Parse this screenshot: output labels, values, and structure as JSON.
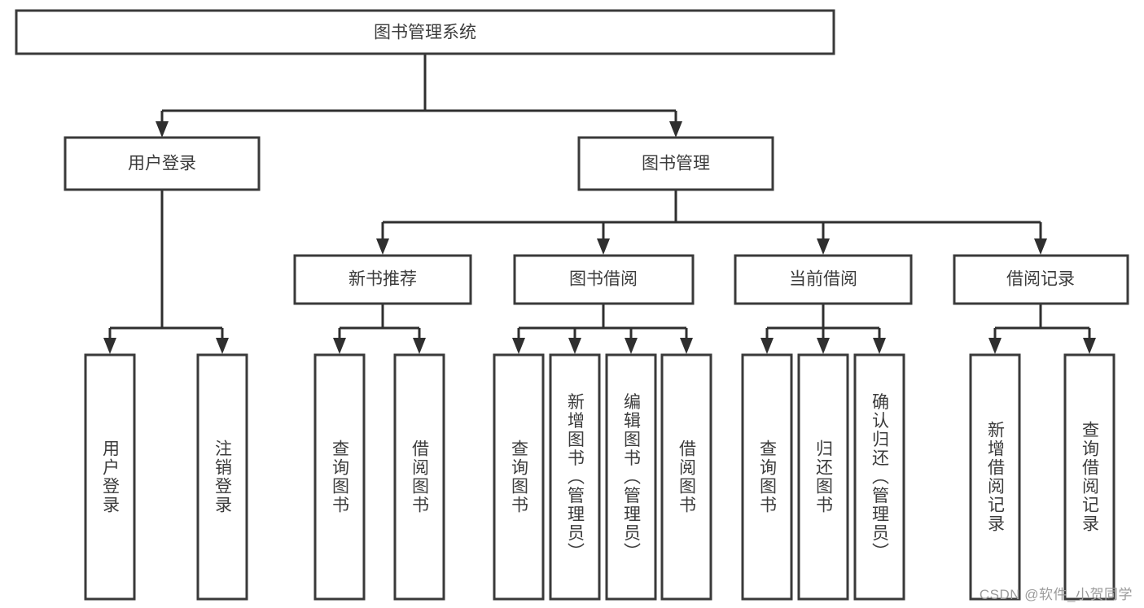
{
  "diagram": {
    "title": "图书管理系统",
    "type": "tree-hierarchy-chart",
    "root": {
      "id": "root",
      "label": "图书管理系统",
      "orientation": "horizontal"
    },
    "level2": [
      {
        "id": "user-login",
        "label": "用户登录",
        "orientation": "horizontal"
      },
      {
        "id": "book-management",
        "label": "图书管理",
        "orientation": "horizontal"
      }
    ],
    "level3": [
      {
        "id": "new-book-recommend",
        "label": "新书推荐",
        "orientation": "horizontal",
        "parent": "book-management"
      },
      {
        "id": "book-borrow",
        "label": "图书借阅",
        "orientation": "horizontal",
        "parent": "book-management"
      },
      {
        "id": "current-borrow",
        "label": "当前借阅",
        "orientation": "horizontal",
        "parent": "book-management"
      },
      {
        "id": "borrow-record",
        "label": "借阅记录",
        "orientation": "horizontal",
        "parent": "book-management"
      }
    ],
    "leaves": {
      "user_login": [
        {
          "id": "leaf-user-login",
          "label": "用户登录",
          "orientation": "vertical"
        },
        {
          "id": "leaf-user-logout",
          "label": "注销登录",
          "orientation": "vertical"
        }
      ],
      "new_book_recommend": [
        {
          "id": "leaf-query-book-1",
          "label": "查询图书",
          "orientation": "vertical"
        },
        {
          "id": "leaf-borrow-book-1",
          "label": "借阅图书",
          "orientation": "vertical"
        }
      ],
      "book_borrow": [
        {
          "id": "leaf-query-book-2",
          "label": "查询图书",
          "orientation": "vertical"
        },
        {
          "id": "leaf-add-book",
          "label": "新增图书（管理员）",
          "orientation": "vertical"
        },
        {
          "id": "leaf-edit-book",
          "label": "编辑图书（管理员）",
          "orientation": "vertical"
        },
        {
          "id": "leaf-borrow-book-2",
          "label": "借阅图书",
          "orientation": "vertical"
        }
      ],
      "current_borrow": [
        {
          "id": "leaf-query-book-3",
          "label": "查询图书",
          "orientation": "vertical"
        },
        {
          "id": "leaf-return-book",
          "label": "归还图书",
          "orientation": "vertical"
        },
        {
          "id": "leaf-confirm-return",
          "label": "确认归还（管理员）",
          "orientation": "vertical"
        }
      ],
      "borrow_record": [
        {
          "id": "leaf-add-borrow-record",
          "label": "新增借阅记录",
          "orientation": "vertical"
        },
        {
          "id": "leaf-query-borrow-record",
          "label": "查询借阅记录",
          "orientation": "vertical"
        }
      ]
    },
    "colors": {
      "box_fill": "#ffffff",
      "box_stroke": "#3a3a3a",
      "connector": "#2f2f2f",
      "text": "#3c3c3c",
      "background": "#ffffff",
      "watermark": "#9b9b9b"
    }
  },
  "watermark": {
    "text": "CSDN @软件_小贺同学"
  }
}
